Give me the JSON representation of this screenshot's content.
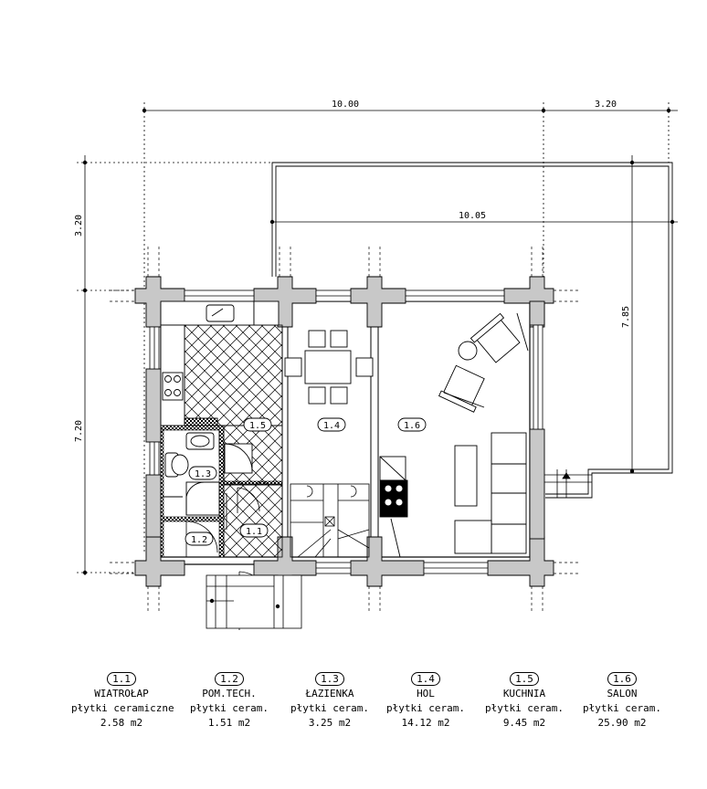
{
  "dimensions": {
    "top_left": "10.00",
    "top_right": "3.20",
    "terrace_width": "10.05",
    "terrace_depth": "7.85",
    "left_upper": "3.20",
    "left_lower": "7.20"
  },
  "room_tags": {
    "r1_1": "1.1",
    "r1_2": "1.2",
    "r1_3": "1.3",
    "r1_4": "1.4",
    "r1_5": "1.5",
    "r1_6": "1.6"
  },
  "legend": [
    {
      "num": "1.1",
      "name": "WIATROŁAP",
      "finish": "płytki ceramiczne",
      "area": "2.58 m2"
    },
    {
      "num": "1.2",
      "name": "POM.TECH.",
      "finish": "płytki ceram.",
      "area": "1.51 m2"
    },
    {
      "num": "1.3",
      "name": "ŁAZIENKA",
      "finish": "płytki ceram.",
      "area": "3.25 m2"
    },
    {
      "num": "1.4",
      "name": "HOL",
      "finish": "płytki ceram.",
      "area": "14.12 m2"
    },
    {
      "num": "1.5",
      "name": "KUCHNIA",
      "finish": "płytki ceram.",
      "area": "9.45 m2"
    },
    {
      "num": "1.6",
      "name": "SALON",
      "finish": "płytki ceram.",
      "area": "25.90 m2"
    }
  ]
}
